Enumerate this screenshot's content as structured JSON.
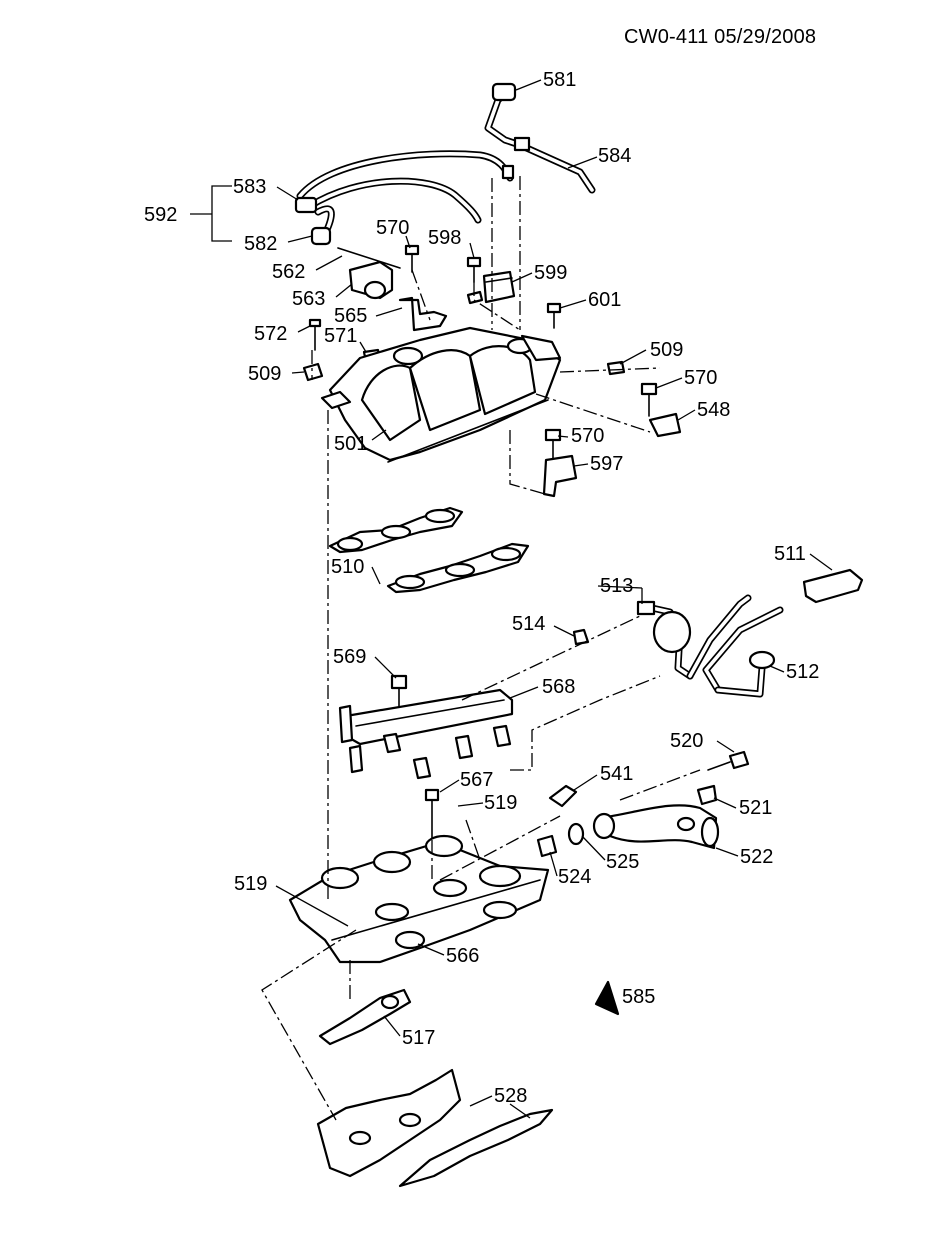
{
  "header": {
    "doc_code": "CW0-411  05/29/2008"
  },
  "callouts": {
    "c581": "581",
    "c584": "584",
    "c583": "583",
    "c592": "592",
    "c582": "582",
    "c570a": "570",
    "c598": "598",
    "c599": "599",
    "c562": "562",
    "c563": "563",
    "c601": "601",
    "c565": "565",
    "c572": "572",
    "c571": "571",
    "c509a": "509",
    "c509b": "509",
    "c570b": "570",
    "c548": "548",
    "c501": "501",
    "c570c": "570",
    "c597": "597",
    "c510": "510",
    "c511": "511",
    "c513": "513",
    "c514": "514",
    "c512": "512",
    "c569": "569",
    "c568": "568",
    "c520": "520",
    "c541": "541",
    "c567": "567",
    "c519a": "519",
    "c521": "521",
    "c522": "522",
    "c525": "525",
    "c524": "524",
    "c519b": "519",
    "c566": "566",
    "c585": "585",
    "c517": "517",
    "c528": "528"
  },
  "icons": {
    "arrow": "north-arrow-icon"
  }
}
